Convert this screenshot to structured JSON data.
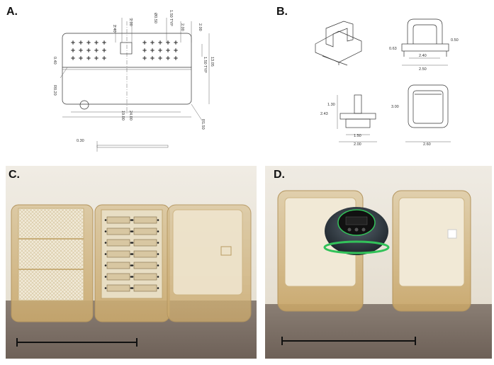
{
  "panels": {
    "a": {
      "label": "A.",
      "dims": [
        "2.00",
        "2.40",
        "Ø0.50",
        "1.50 TYP",
        "2.00",
        "2.00",
        "0.40",
        "R0.20",
        "13.05",
        "1.50 TYP",
        "19.00",
        "24.00",
        "R1.50",
        "0.30"
      ]
    },
    "b": {
      "label": "B.",
      "dims": [
        "0.50",
        "0.63",
        "2.40",
        "2.50",
        "1.30",
        "2.43",
        "1.50",
        "2.00",
        "3.00",
        "2.60"
      ]
    },
    "c": {
      "label": "C."
    },
    "d": {
      "label": "D."
    }
  },
  "colors": {
    "amber": "#d7b983",
    "wall": "#ece8de",
    "floor": "#7a6d63",
    "bar": "#111111",
    "green": "#33c25a"
  }
}
